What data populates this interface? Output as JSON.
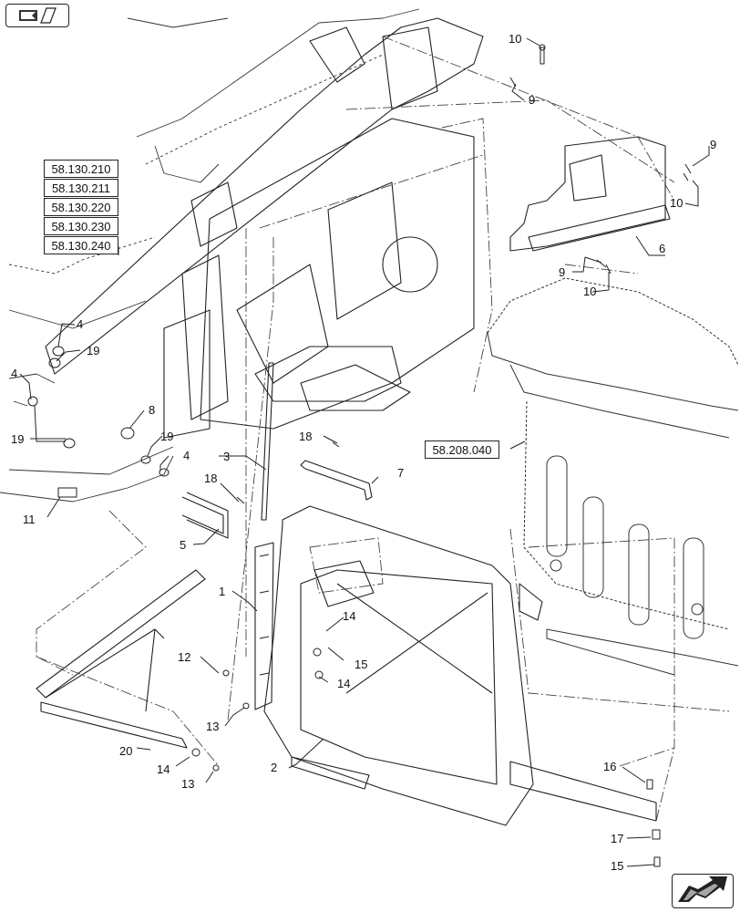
{
  "navigation": {
    "top_button_icon": "return-to-index-icon",
    "bottom_button_icon": "next-page-arrow-icon"
  },
  "reference_boxes": [
    "58.130.210",
    "58.130.211",
    "58.130.220",
    "58.130.230",
    "58.130.240",
    "58.208.040"
  ],
  "callouts": [
    "10",
    "9",
    "9",
    "10",
    "6",
    "9",
    "10",
    "4",
    "19",
    "4",
    "8",
    "19",
    "19",
    "4",
    "11",
    "3",
    "18",
    "5",
    "18",
    "7",
    "1",
    "14",
    "15",
    "12",
    "14",
    "13",
    "2",
    "20",
    "14",
    "13",
    "16",
    "17",
    "15"
  ]
}
